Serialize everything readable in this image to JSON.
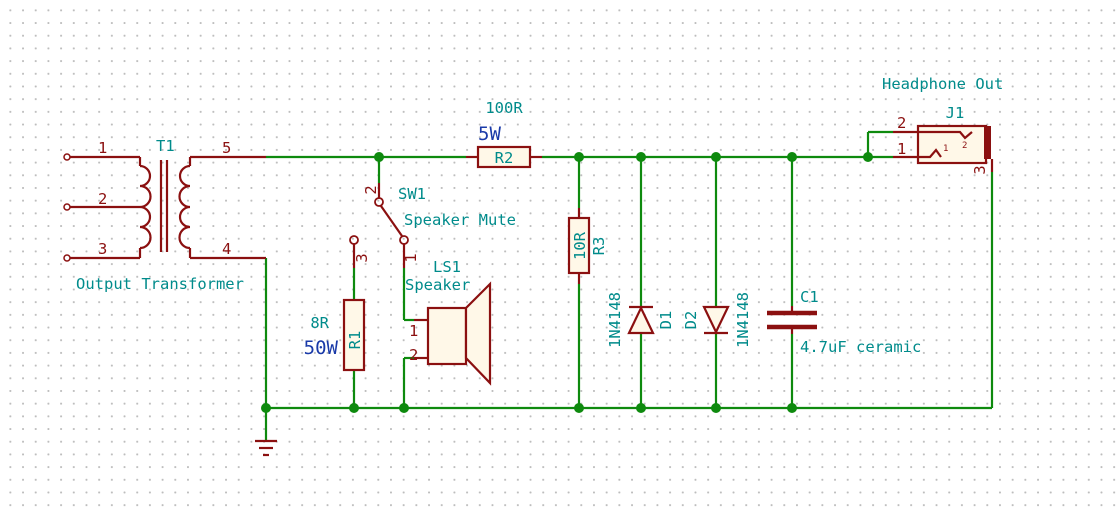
{
  "title": "Headphone Out",
  "components": {
    "t1": {
      "ref": "T1",
      "value": "Output Transformer",
      "pins": [
        "1",
        "2",
        "3",
        "5",
        "4"
      ]
    },
    "r1": {
      "ref": "R1",
      "value": "8R",
      "power": "50W"
    },
    "r2": {
      "ref": "R2",
      "value": "100R",
      "power": "5W"
    },
    "r3": {
      "ref": "R3",
      "value": "10R"
    },
    "sw1": {
      "ref": "SW1",
      "value": "Speaker Mute",
      "pins": [
        "2",
        "1",
        "3"
      ]
    },
    "ls1": {
      "ref": "LS1",
      "value": "Speaker",
      "pins": [
        "1",
        "2"
      ]
    },
    "d1": {
      "ref": "D1",
      "value": "1N4148"
    },
    "d2": {
      "ref": "D2",
      "value": "1N4148"
    },
    "c1": {
      "ref": "C1",
      "value": "4.7uF ceramic"
    },
    "j1": {
      "ref": "J1",
      "pins": [
        "2",
        "1",
        "3"
      ],
      "inner_pins": [
        "1",
        "2"
      ]
    }
  },
  "colors": {
    "wire": "#0e8a0e",
    "symbol": "#8b1010",
    "text_ref": "#008b8b",
    "text_value_highlight": "#1a3aa8"
  }
}
